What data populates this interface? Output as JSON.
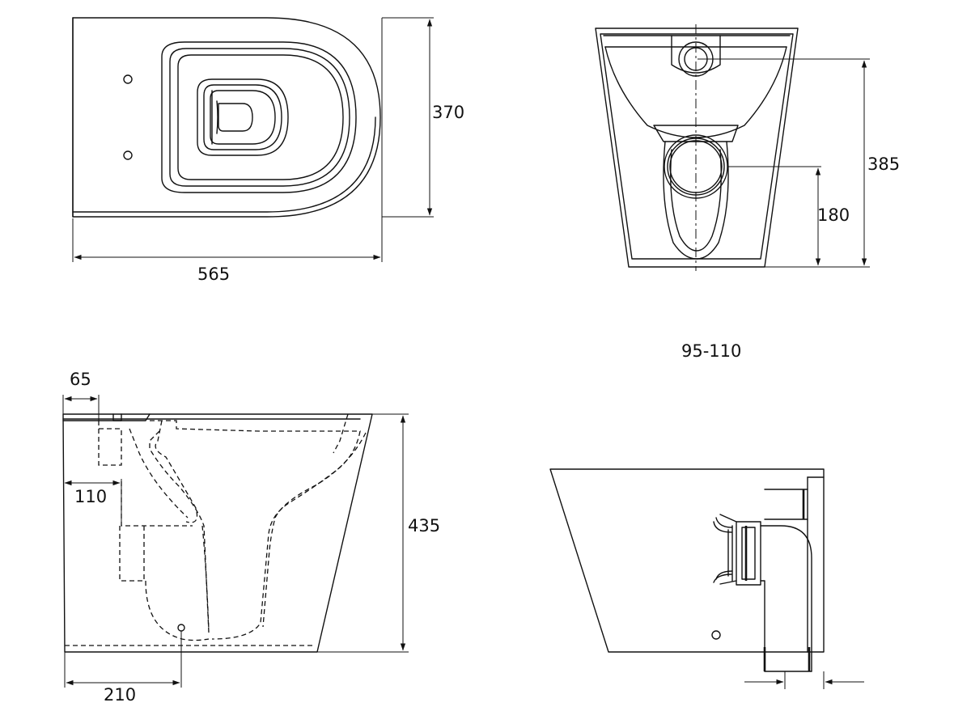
{
  "dimensions": {
    "top_length": "565",
    "top_width": "370",
    "front_height": "385",
    "front_outlet_height": "180",
    "front_range": "95-110",
    "side_rear_offset": "65",
    "side_inner_offset": "110",
    "side_height": "435",
    "side_outlet_distance": "210"
  },
  "colors": {
    "line": "#111111",
    "background": "#ffffff"
  }
}
